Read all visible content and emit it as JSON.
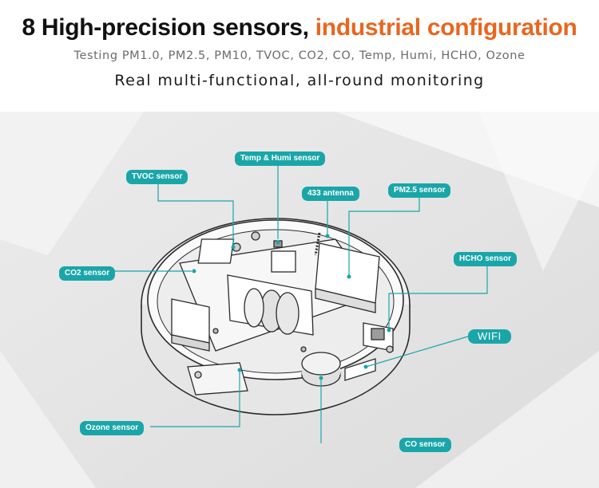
{
  "header": {
    "title_main": "8 High-precision sensors,",
    "title_accent": "industrial configuration",
    "subtitle": "Testing PM1.0, PM2.5, PM10, TVOC, CO2, CO, Temp, Humi, HCHO, Ozone",
    "tagline": "Real multi-functional, all-round monitoring"
  },
  "labels": {
    "temp_humi": "Temp & Humi sensor",
    "tvoc": "TVOC sensor",
    "antenna": "433 antenna",
    "pm25": "PM2.5 sensor",
    "co2": "CO2 sensor",
    "hcho": "HCHO sensor",
    "wifi": "WIFI",
    "ozone": "Ozone sensor",
    "co": "CO sensor"
  },
  "colors": {
    "accent_orange": "#e8661f",
    "label_teal": "#1aa6a9"
  }
}
